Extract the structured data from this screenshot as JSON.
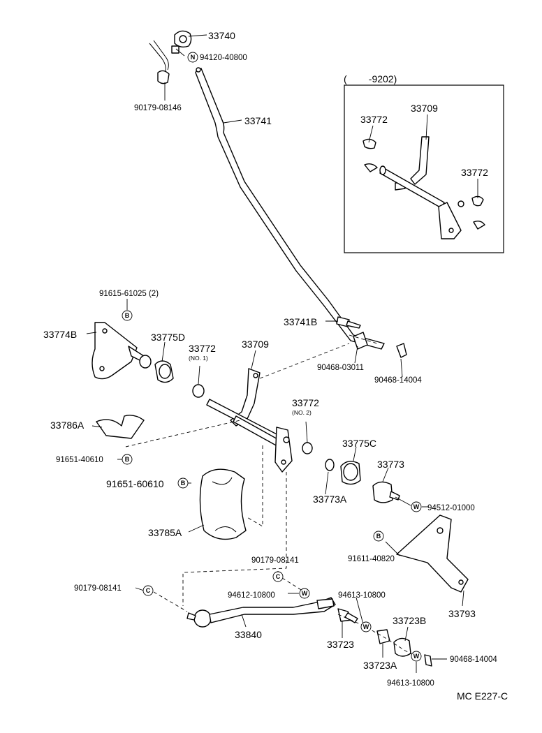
{
  "labels": {
    "p33740": "33740",
    "p94120": "94120-40800",
    "p90179_08146": "90179-08146",
    "p33741": "33741",
    "inset_header": "(        -9202)",
    "inset_33772a": "33772",
    "inset_33709": "33709",
    "inset_33772b": "33772",
    "p91615": "91615-61025 (2)",
    "p33774B": "33774B",
    "p33775D": "33775D",
    "p33772_no1": "33772",
    "p33772_no1_note": "(NO. 1)",
    "p33709": "33709",
    "p33741B": "33741B",
    "p90468_03011": "90468-03011",
    "p90468_14004a": "90468-14004",
    "p33786A": "33786A",
    "p33772_no2": "33772",
    "p33772_no2_note": "(NO. 2)",
    "p91651_40610": "91651-40610",
    "p33775C": "33775C",
    "p33773": "33773",
    "p91651_60610": "91651-60610",
    "p33773A": "33773A",
    "p94512": "94512-01000",
    "p33785A": "33785A",
    "p91611": "91611-40820",
    "p90179_08141a": "90179-08141",
    "p90179_08141b": "90179-08141",
    "p94612": "94612-10800",
    "p94613a": "94613-10800",
    "p33723B": "33723B",
    "p33793": "33793",
    "p33840": "33840",
    "p33723": "33723",
    "p33723A": "33723A",
    "p90468_14004b": "90468-14004",
    "p94613b": "94613-10800",
    "diagram_code": "MC E227-C"
  },
  "symbols": {
    "n": "N",
    "b": "B",
    "w": "W",
    "c": "C"
  }
}
